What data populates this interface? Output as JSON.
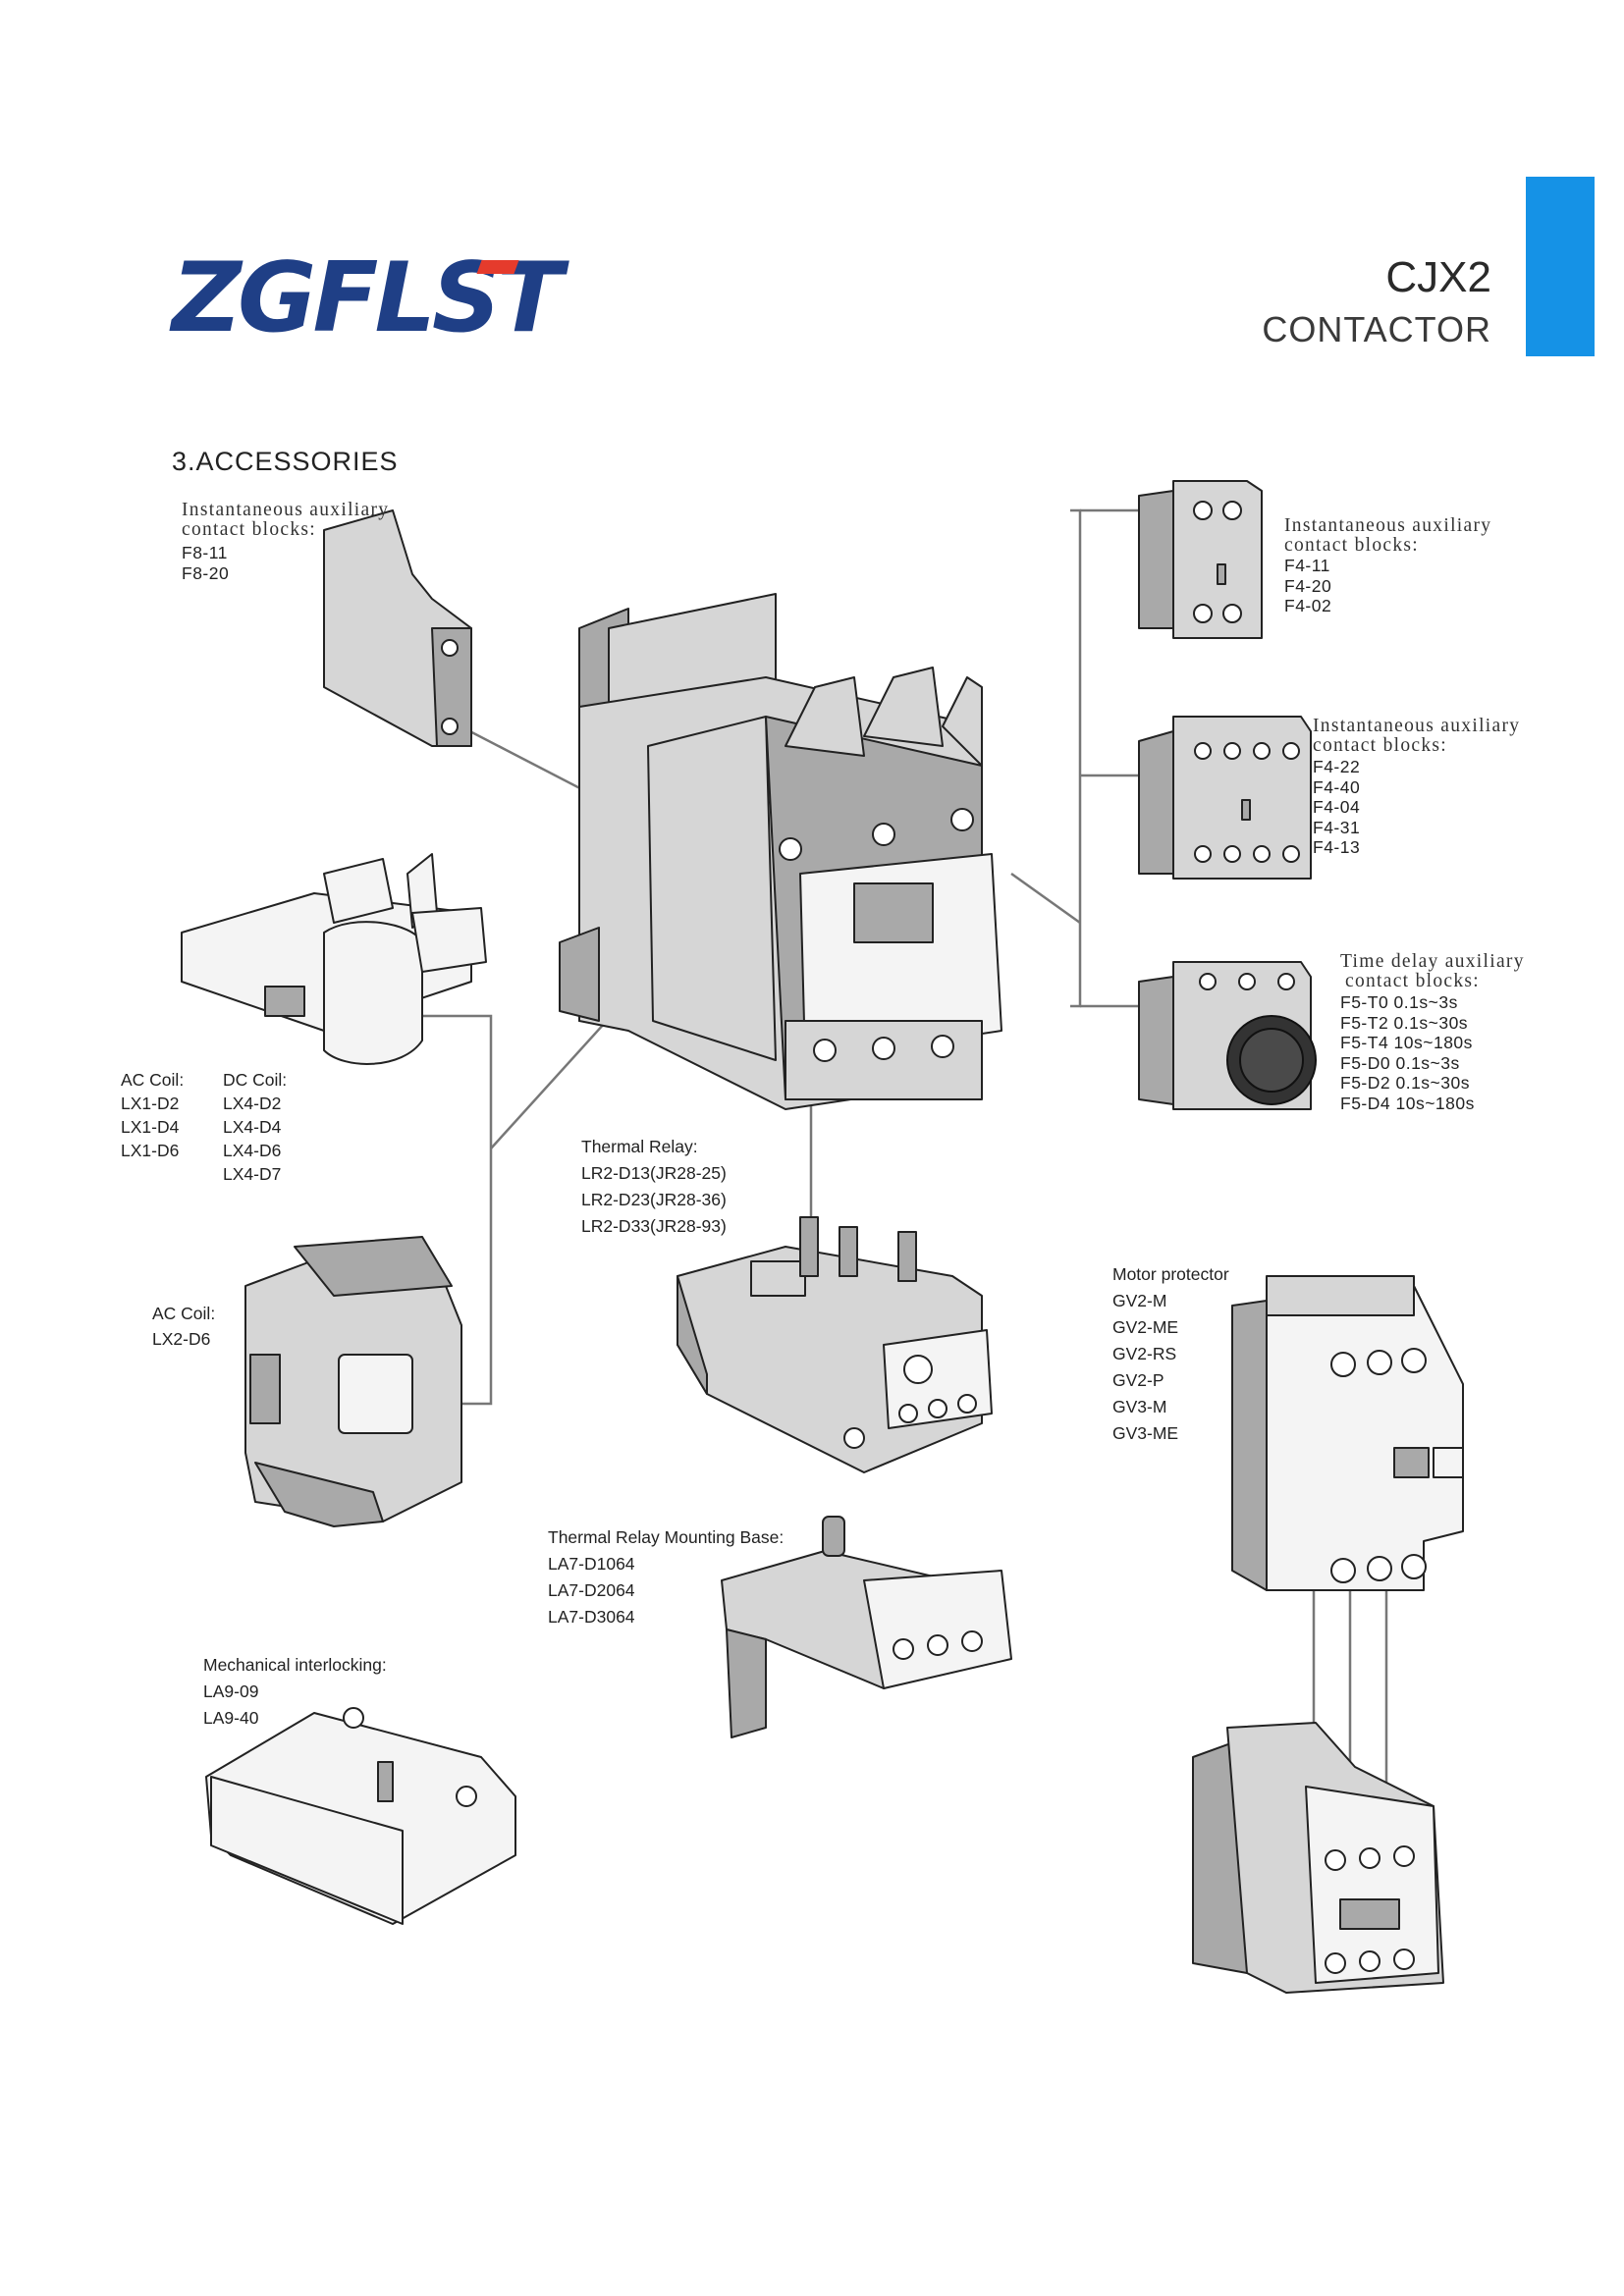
{
  "brand": {
    "logo_text": "ZGFLST",
    "accent_color": "#1f3f86",
    "mark_color": "#e53b2c"
  },
  "header": {
    "model": "CJX2",
    "type": "CONTACTOR",
    "tab_color": "#1592e6"
  },
  "section": {
    "title": "3.ACCESSORIES"
  },
  "aux_f8": {
    "caption": [
      "Instantaneous auxiliary",
      "contact blocks:"
    ],
    "codes": [
      "F8-11",
      "F8-20"
    ]
  },
  "aux_f4_a": {
    "caption": [
      "Instantaneous auxiliary",
      "contact blocks:"
    ],
    "codes": [
      "F4-11",
      "F4-20",
      "F4-02"
    ]
  },
  "aux_f4_b": {
    "caption": [
      "Instantaneous auxiliary",
      "contact blocks:"
    ],
    "codes": [
      "F4-22",
      "F4-40",
      "F4-04",
      "F4-31",
      "F4-13"
    ]
  },
  "time_delay": {
    "caption": [
      "Time delay auxiliary",
      "contact blocks:"
    ],
    "codes": [
      "F5-T0 0.1s~3s",
      "F5-T2 0.1s~30s",
      "F5-T4 10s~180s",
      "F5-D0 0.1s~3s",
      "F5-D2 0.1s~30s",
      "F5-D4 10s~180s"
    ]
  },
  "ac_coil": {
    "label": "AC Coil:",
    "codes": [
      "LX1-D2",
      "LX1-D4",
      "LX1-D6"
    ]
  },
  "dc_coil": {
    "label": "DC Coil:",
    "codes": [
      "LX4-D2",
      "LX4-D4",
      "LX4-D6",
      "LX4-D7"
    ]
  },
  "ac_coil_2": {
    "label": "AC Coil:",
    "codes": [
      "LX2-D6"
    ]
  },
  "thermal_relay": {
    "label": "Thermal Relay:",
    "codes": [
      "LR2-D13(JR28-25)",
      "LR2-D23(JR28-36)",
      "LR2-D33(JR28-93)"
    ]
  },
  "motor_protector": {
    "label": "Motor protector",
    "codes": [
      "GV2-M",
      "GV2-ME",
      "GV2-RS",
      "GV2-P",
      "GV3-M",
      "GV3-ME"
    ]
  },
  "mounting_base": {
    "label": "Thermal Relay Mounting Base:",
    "codes": [
      "LA7-D1064",
      "LA7-D2064",
      "LA7-D3064"
    ]
  },
  "interlock": {
    "label": "Mechanical interlocking:",
    "codes": [
      "LA9-09",
      "LA9-40"
    ]
  }
}
